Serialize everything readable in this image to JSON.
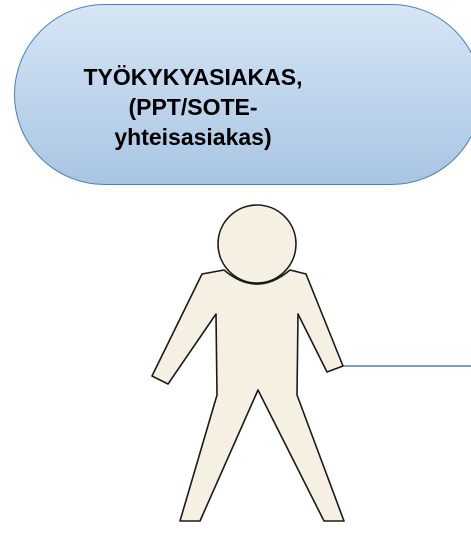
{
  "client_box": {
    "lines": [
      "TYÖKYKYASIAKAS,",
      "(PPT/SOTE-",
      "yhteisasiakas)"
    ],
    "fill_top": "#d6e6f5",
    "fill_bottom": "#a9c5e4",
    "border_color": "#4a7ebb"
  },
  "person_figure": {
    "fill": "#f5f0e1",
    "stroke": "#1a1a1a",
    "icon": "person-icon"
  },
  "connector_line": {
    "color": "#4a7ebb"
  }
}
